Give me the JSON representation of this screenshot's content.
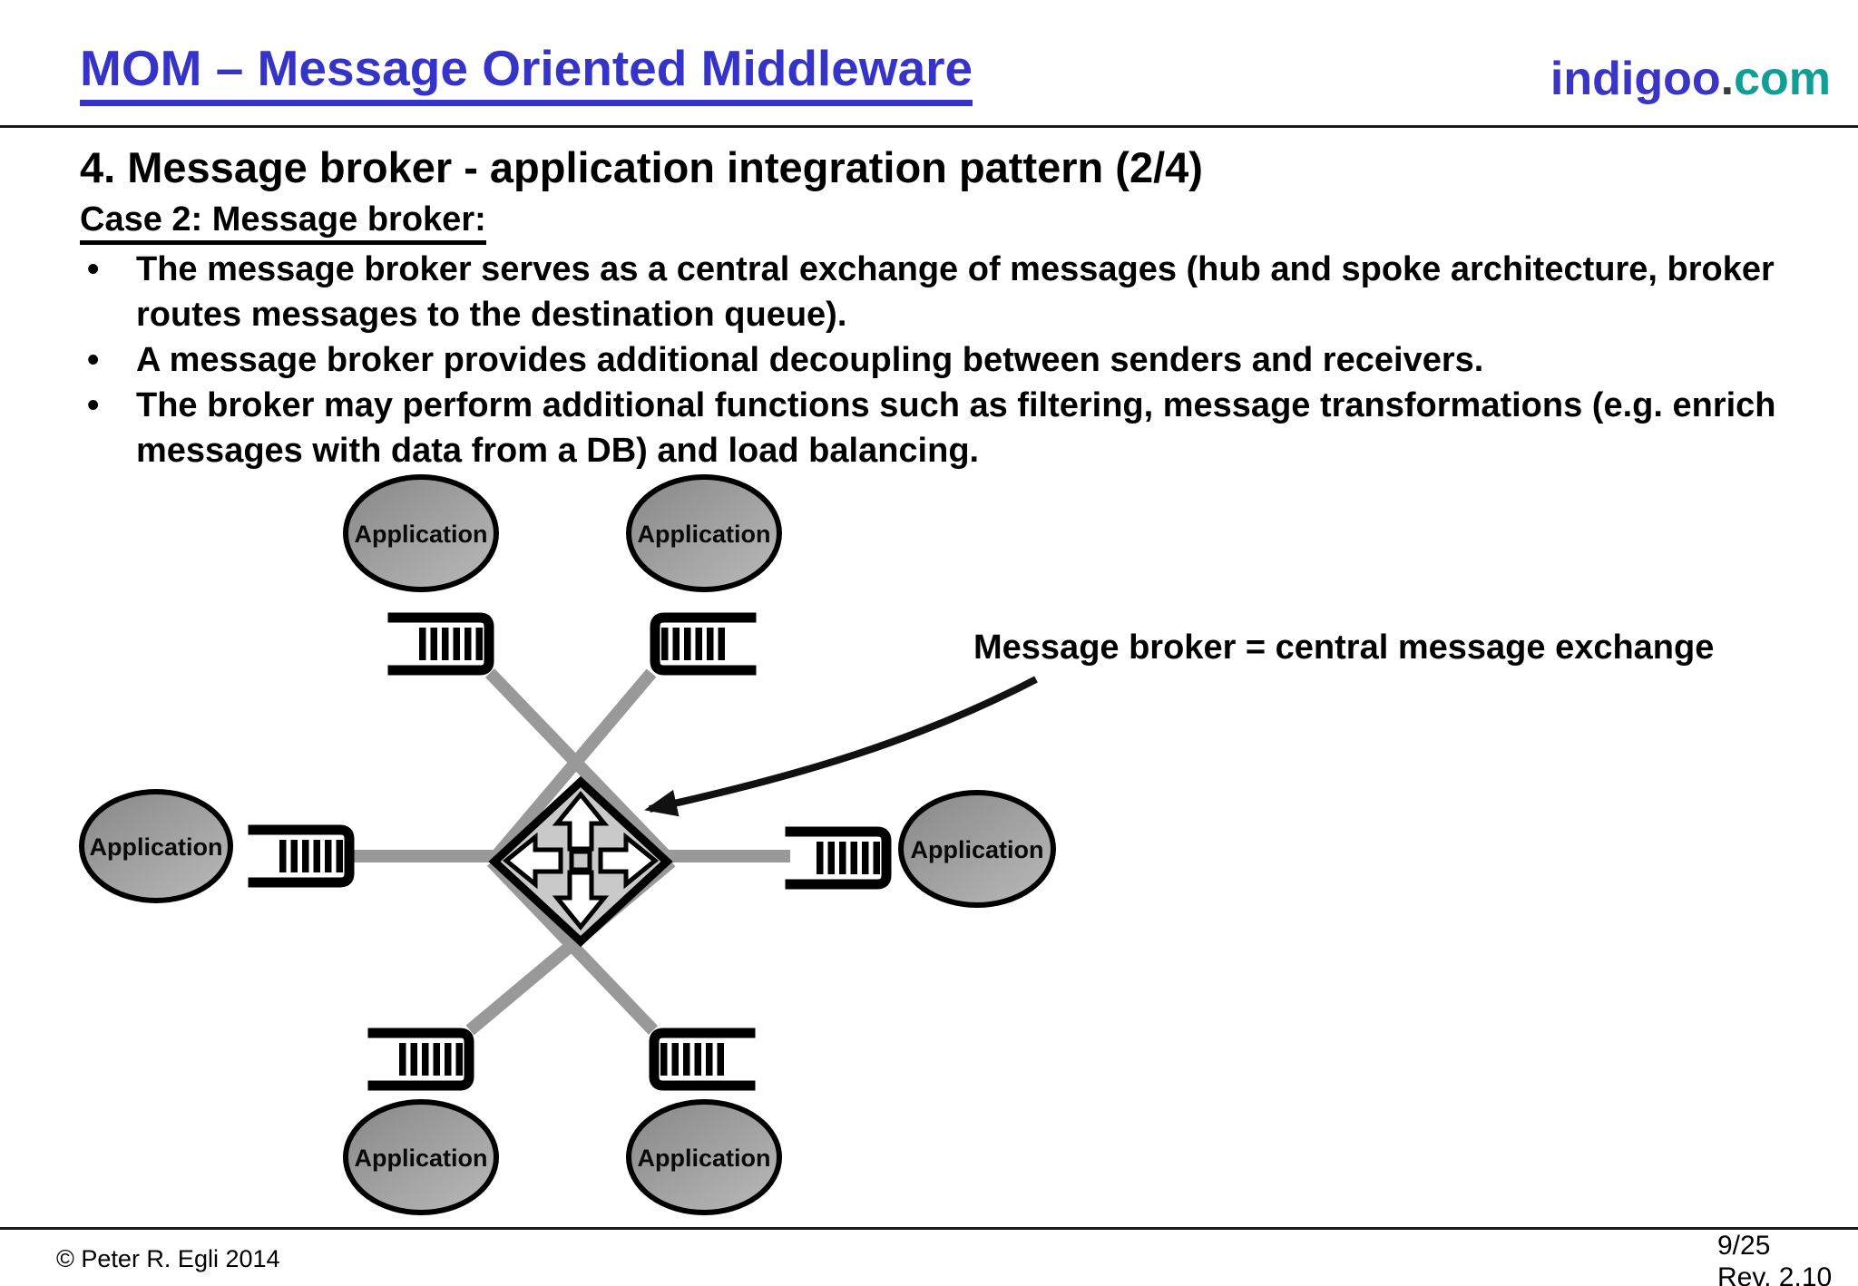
{
  "header": {
    "title": "MOM – Message Oriented Middleware",
    "brand": {
      "name": "indigoo",
      "dot": ".",
      "tld": "com"
    },
    "title_color": "#3633c8",
    "brand_blue": "#3a35c4",
    "brand_teal": "#109e95"
  },
  "slide": {
    "heading": "4. Message broker - application integration pattern (2/4)",
    "case_label": "Case 2: Message broker:",
    "bullet_char": "•",
    "bullets": [
      "The message broker serves as a central exchange of messages (hub and spoke architecture, broker routes messages to the destination queue).",
      "A message broker provides additional decoupling between senders and receivers.",
      "The broker may perform additional functions such as filtering, message transformations (e.g. enrich messages with data from a DB) and load balancing."
    ]
  },
  "diagram": {
    "annotation": "Message broker = central message exchange",
    "nodes": [
      {
        "position": "top-left",
        "label": "Application"
      },
      {
        "position": "top-right",
        "label": "Application"
      },
      {
        "position": "middle-left",
        "label": "Application"
      },
      {
        "position": "middle-right",
        "label": "Application"
      },
      {
        "position": "bottom-left",
        "label": "Application"
      },
      {
        "position": "bottom-right",
        "label": "Application"
      }
    ],
    "queue_count": 6,
    "broker_icon": "four-way-arrow-diamond-icon",
    "colors": {
      "connector": "#999999",
      "node_fill_dark": "#878787",
      "node_fill_light": "#bababa",
      "diamond_fill": "#c9c9c9",
      "outline": "#000000"
    }
  },
  "footer": {
    "copyright": "© Peter R. Egli 2014",
    "page": "9/25",
    "revision": "Rev. 2.10"
  }
}
